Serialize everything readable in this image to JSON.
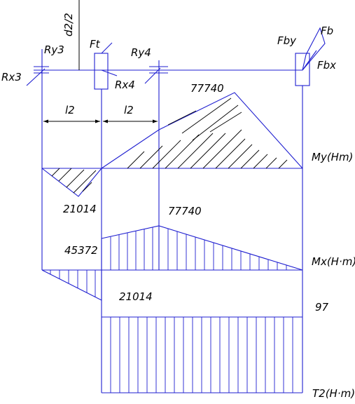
{
  "labels": {
    "d2_half": "d2/2",
    "ry3": "Ry3",
    "ft": "Ft",
    "ry4": "Ry4",
    "fby": "Fby",
    "fb": "Fb",
    "rx3": "Rx3",
    "rx4": "Rx4",
    "fbx": "Fbx",
    "l2_left": "l2",
    "l2_right": "l2",
    "my_axis": "My(Hm)",
    "mx_axis": "Mx(H·m)",
    "t2_axis": "T2(H·m)"
  },
  "values": {
    "my_peak": "77740",
    "my_low": "21014",
    "mx_peak": "77740",
    "mx_left": "45372",
    "mx_low": "21014",
    "torque": "97"
  },
  "colors": {
    "lines": "#1f1fd0",
    "text": "#000000"
  }
}
